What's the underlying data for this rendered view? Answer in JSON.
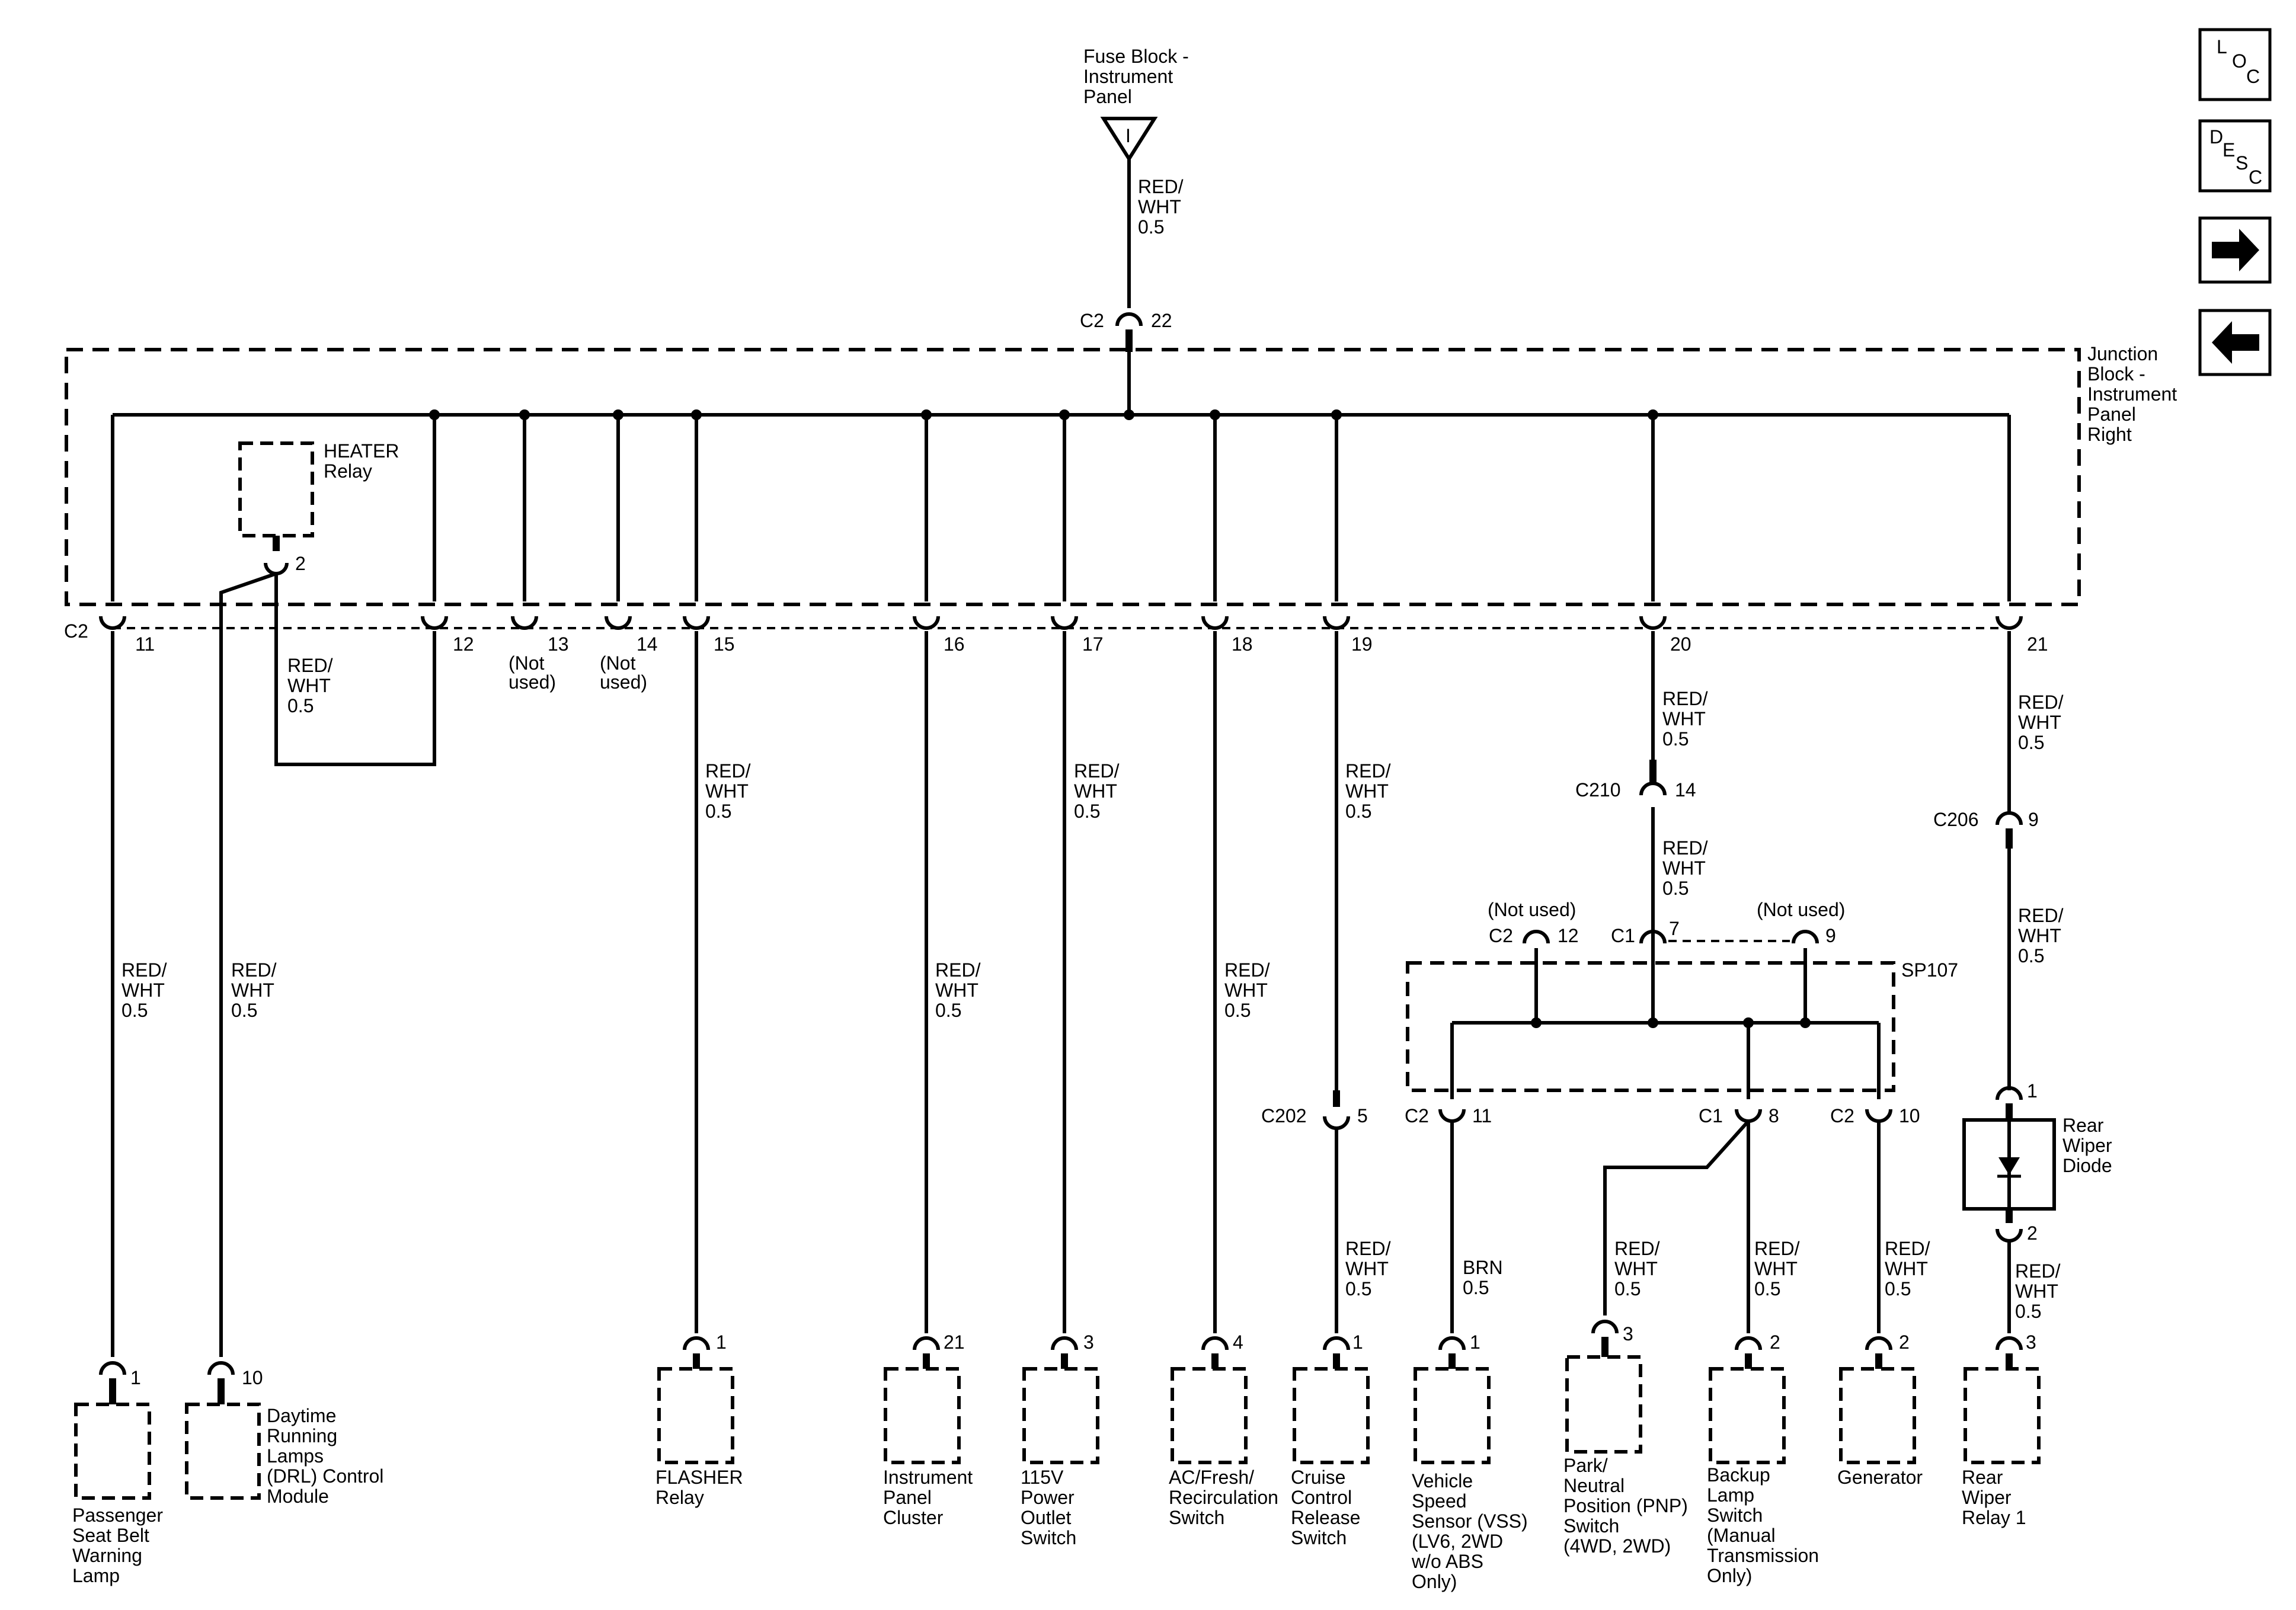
{
  "source": {
    "line1": "Fuse Block -",
    "line2": "Instrument",
    "line3": "Panel",
    "fuse_label": "I"
  },
  "wire": {
    "l1": "RED/",
    "l2": "WHT",
    "l3": "0.5",
    "brn": "BRN"
  },
  "junction_block": {
    "l1": "Junction",
    "l2": "Block -",
    "l3": "Instrument",
    "l4": "Panel",
    "l5": "Right"
  },
  "heater_relay": {
    "l1": "HEATER",
    "l2": "Relay",
    "pin": "2"
  },
  "connectors": {
    "c2": "C2",
    "c1": "C1",
    "c210": "C210",
    "c206": "C206",
    "c202": "C202",
    "p22": "22",
    "p11": "11",
    "p12": "12",
    "p13": "13",
    "p14": "14",
    "p15": "15",
    "p16": "16",
    "p17": "17",
    "p18": "18",
    "p19": "19",
    "p20": "20",
    "p21": "21",
    "c210_pin": "14",
    "c206_pin": "9",
    "c202_pin": "5"
  },
  "not_used": {
    "short_l1": "(Not",
    "short_l2": "used)",
    "full": "(Not used)"
  },
  "splice": {
    "name": "SP107",
    "top_left_pin": "12",
    "top_mid_pin": "7",
    "top_right_pin": "9",
    "bot_left_pin": "11",
    "bot_mid_pin": "8",
    "bot_right_pin": "10"
  },
  "diode": {
    "l1": "Rear",
    "l2": "Wiper",
    "l3": "Diode",
    "pin_top": "1",
    "pin_bot": "2"
  },
  "components": {
    "passenger": {
      "pin": "1",
      "l1": "Passenger",
      "l2": "Seat Belt",
      "l3": "Warning",
      "l4": "Lamp"
    },
    "drl": {
      "pin": "10",
      "l1": "Daytime",
      "l2": "Running",
      "l3": "Lamps",
      "l4": "(DRL) Control",
      "l5": "Module"
    },
    "flasher": {
      "pin": "1",
      "l1": "FLASHER",
      "l2": "Relay"
    },
    "cluster": {
      "pin": "21",
      "l1": "Instrument",
      "l2": "Panel",
      "l3": "Cluster"
    },
    "outlet": {
      "pin": "3",
      "l1": "115V",
      "l2": "Power",
      "l3": "Outlet",
      "l4": "Switch"
    },
    "ac": {
      "pin": "4",
      "l1": "AC/Fresh/",
      "l2": "Recirculation",
      "l3": "Switch"
    },
    "cruise": {
      "pin": "1",
      "l1": "Cruise",
      "l2": "Control",
      "l3": "Release",
      "l4": "Switch"
    },
    "vss": {
      "pin": "1",
      "l1": "Vehicle",
      "l2": "Speed",
      "l3": "Sensor (VSS)",
      "l4": "(LV6, 2WD",
      "l5": "w/o ABS",
      "l6": "Only)"
    },
    "pnp": {
      "pin": "3",
      "l1": "Park/",
      "l2": "Neutral",
      "l3": "Position (PNP)",
      "l4": "Switch",
      "l5": "(4WD, 2WD)"
    },
    "backup": {
      "pin": "2",
      "l1": "Backup",
      "l2": "Lamp",
      "l3": "Switch",
      "l4": "(Manual",
      "l5": "Transmission",
      "l6": "Only)"
    },
    "generator": {
      "pin": "2",
      "l1": "Generator"
    },
    "rearwiper": {
      "pin": "3",
      "l1": "Rear",
      "l2": "Wiper",
      "l3": "Relay 1"
    }
  },
  "nav": {
    "loc": {
      "a": "L",
      "b": "O",
      "c": "C"
    },
    "desc": {
      "a": "D",
      "b": "E",
      "c": "S",
      "d": "C"
    },
    "next_icon": "arrow-right-icon",
    "prev_icon": "arrow-left-icon"
  }
}
